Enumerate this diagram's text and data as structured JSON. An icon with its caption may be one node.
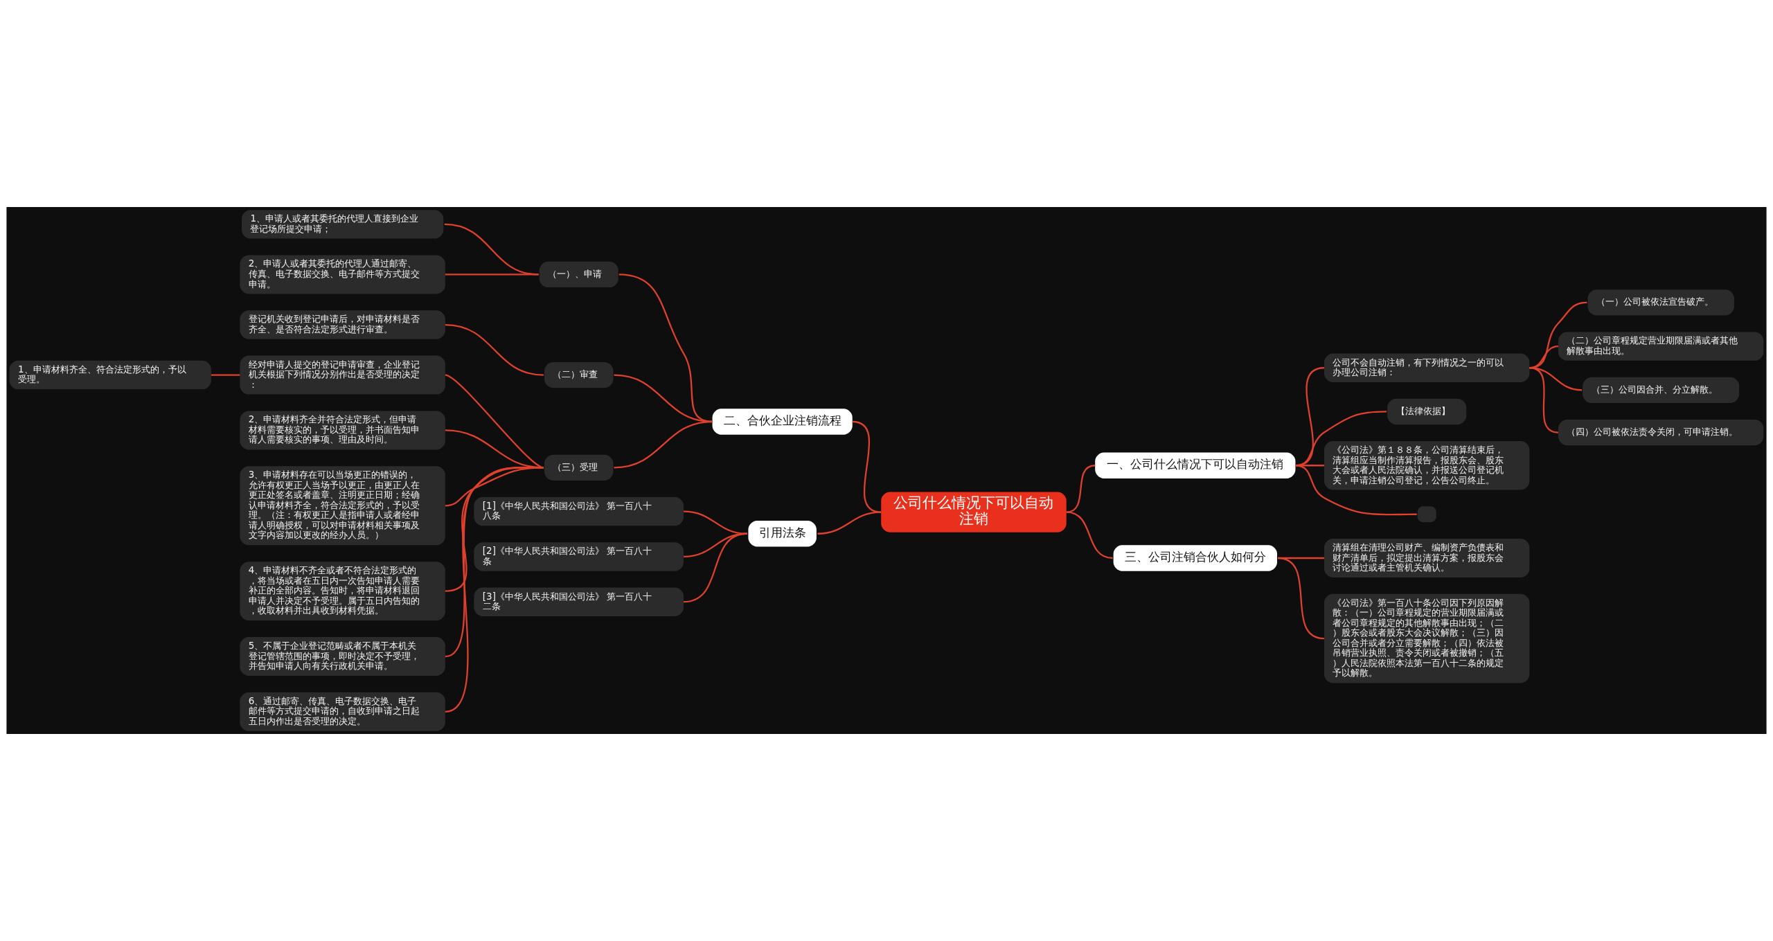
{
  "diagram": {
    "nodes": [
      {
        "text": [
          "公司什么情况下可以自动注销"
        ]
      },
      {
        "text": [
          "一、公司什么情况下可以自动注销"
        ]
      },
      {
        "text": [
          "公司不会自动注销，有下列情况之一的可以办理公司注销："
        ]
      },
      {
        "text": [
          "（一）公司被依法宣告破产。"
        ]
      },
      {
        "text": [
          "（二）公司章程规定营业期限届满或者其他解散事由出现。"
        ]
      },
      {
        "text": [
          "（三）公司因合并、分立解散。"
        ]
      },
      {
        "text": [
          "（四）公司被依法责令关闭，可申请注销。"
        ]
      },
      {
        "text": [
          "【法律依据】"
        ]
      },
      {
        "text": [
          "《公司法》第１８８条，公司清算结束后，清算组应当制作清算报告，报股东会、股东大会或者人民法院确认，并报送公司登记机关，申请注销公司登记，公告公司终止。"
        ]
      },
      {
        "text": [],
        "shape": "box"
      },
      {
        "text": [
          "二、合伙企业注销流程"
        ]
      },
      {
        "text": [
          "（一）、申请"
        ]
      },
      {
        "text": [
          "1、申请人或者其委托的代理人直接到企业登记场所提交申请；"
        ]
      },
      {
        "text": [
          "2、申请人或者其委托的代理人通过邮寄、传真、电子数据交换、电子邮件等方式提交申请。"
        ]
      },
      {
        "text": [
          "（二）审查"
        ]
      },
      {
        "text": [
          "登记机关收到登记申请后，对申请材料是否齐全、是否符合法定形式进行审查。"
        ]
      },
      {
        "text": [
          "（三）受理"
        ]
      },
      {
        "text": [
          "经对申请人提交的登记申请审查，企业登记机关根据下列情况分别作出是否受理的决定："
        ]
      },
      {
        "text": [
          "1、申请材料齐全、符合法定形式的，予以受理。"
        ]
      },
      {
        "text": [
          "2、申请材料齐全并符合法定形式，但申请材料需要核实的，予以受理，并书面告知申请人需要核实的事项、理由及时间。"
        ]
      },
      {
        "text": [
          "3、申请材料存在可以当场更正的错误的，允许有权更正人当场予以更正，由更正人在更正处签名或者盖章、注明更正日期；经确认申请材料齐全，符合法定形式的，予以受理。（注：有权更正人是指申请人或者经申请人明确授权，可以对申请材料相关事项及文字内容加以更改的经办人员。）"
        ]
      },
      {
        "text": [
          "4、申请材料不齐全或者不符合法定形式的，将当场或者在五日内一次告知申请人需要补正的全部内容。告知时，将申请材料退回申请人并决定不予受理。属于五日内告知的，收取材料并出具收到材料凭据。"
        ]
      },
      {
        "text": [
          "5、不属于企业登记范畴或者不属于本机关登记管辖范围的事项，即时决定不予受理，并告知申请人向有关行政机关申请。"
        ]
      },
      {
        "text": [
          "6、通过邮寄、传真、电子数据交换、电子邮件等方式提交申请的，自收到申请之日起五日内作出是否受理的决定。"
        ]
      },
      {
        "text": [
          "三、公司注销合伙人如何分"
        ]
      },
      {
        "text": [
          "清算组在清理公司财产、编制资产负债表和财产清单后，拟定提出清算方案，报股东会讨论通过或者主管机关确认。"
        ]
      },
      {
        "text": [
          "《公司法》第一百八十条公司因下列原因解散：（一）公司章程规定的营业期限届满或者公司章程规定的其他解散事由出现；（二）股东会或者股东大会决议解散；（三）因公司合并或者分立需要解散；（四）依法被吊销营业执照、责令关闭或者被撤销；（五）人民法院依照本法第一百八十二条的规定予以解散。"
        ]
      },
      {
        "text": [
          "引用法条"
        ]
      },
      {
        "text": [
          "[1]《中华人民共和国公司法》 第一百八十八条"
        ]
      },
      {
        "text": [
          "[2]《中华人民共和国公司法》 第一百八十条"
        ]
      },
      {
        "text": [
          "[3]《中华人民共和国公司法》 第一百八十二条"
        ]
      }
    ],
    "edges": [
      {
        "from": 0,
        "to": 1,
        "arrow": "none"
      },
      {
        "from": 1,
        "to": 2,
        "arrow": "none"
      },
      {
        "from": 2,
        "to": 3,
        "arrow": "none"
      },
      {
        "from": 2,
        "to": 4,
        "arrow": "none"
      },
      {
        "from": 2,
        "to": 5,
        "arrow": "none"
      },
      {
        "from": 2,
        "to": 6,
        "arrow": "none"
      },
      {
        "from": 1,
        "to": 7,
        "arrow": "none"
      },
      {
        "from": 1,
        "to": 8,
        "arrow": "none"
      },
      {
        "from": 1,
        "to": 9,
        "arrow": "none"
      },
      {
        "from": 0,
        "to": 10,
        "arrow": "none"
      },
      {
        "from": 10,
        "to": 11,
        "arrow": "none"
      },
      {
        "from": 11,
        "to": 12,
        "arrow": "none"
      },
      {
        "from": 11,
        "to": 13,
        "arrow": "none"
      },
      {
        "from": 10,
        "to": 14,
        "arrow": "none"
      },
      {
        "from": 14,
        "to": 15,
        "arrow": "none"
      },
      {
        "from": 10,
        "to": 16,
        "arrow": "none"
      },
      {
        "from": 16,
        "to": 17,
        "arrow": "none"
      },
      {
        "from": 17,
        "to": 18,
        "arrow": "none"
      },
      {
        "from": 16,
        "to": 19,
        "arrow": "none"
      },
      {
        "from": 16,
        "to": 20,
        "arrow": "none"
      },
      {
        "from": 16,
        "to": 21,
        "arrow": "none"
      },
      {
        "from": 16,
        "to": 22,
        "arrow": "none"
      },
      {
        "from": 16,
        "to": 23,
        "arrow": "none"
      },
      {
        "from": 0,
        "to": 24,
        "arrow": "none"
      },
      {
        "from": 24,
        "to": 25,
        "arrow": "none"
      },
      {
        "from": 24,
        "to": 26,
        "arrow": "none"
      },
      {
        "from": 0,
        "to": 27,
        "arrow": "none"
      },
      {
        "from": 27,
        "to": 28,
        "arrow": "none"
      },
      {
        "from": 27,
        "to": 29,
        "arrow": "none"
      },
      {
        "from": 27,
        "to": 30,
        "arrow": "none"
      }
    ]
  }
}
